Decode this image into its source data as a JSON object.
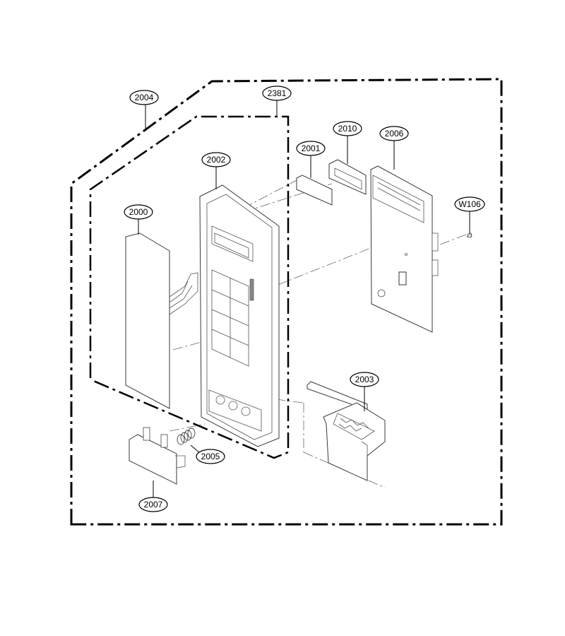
{
  "parts": {
    "p2004": "2004",
    "p2381": "2381",
    "p2002": "2002",
    "p2001": "2001",
    "p2010": "2010",
    "p2006": "2006",
    "pW106": "W106",
    "p2000": "2000",
    "p2003": "2003",
    "p2005": "2005",
    "p2007": "2007"
  },
  "colors": {
    "line": "#000000",
    "part": "#3a3a3a",
    "background": "#ffffff"
  }
}
